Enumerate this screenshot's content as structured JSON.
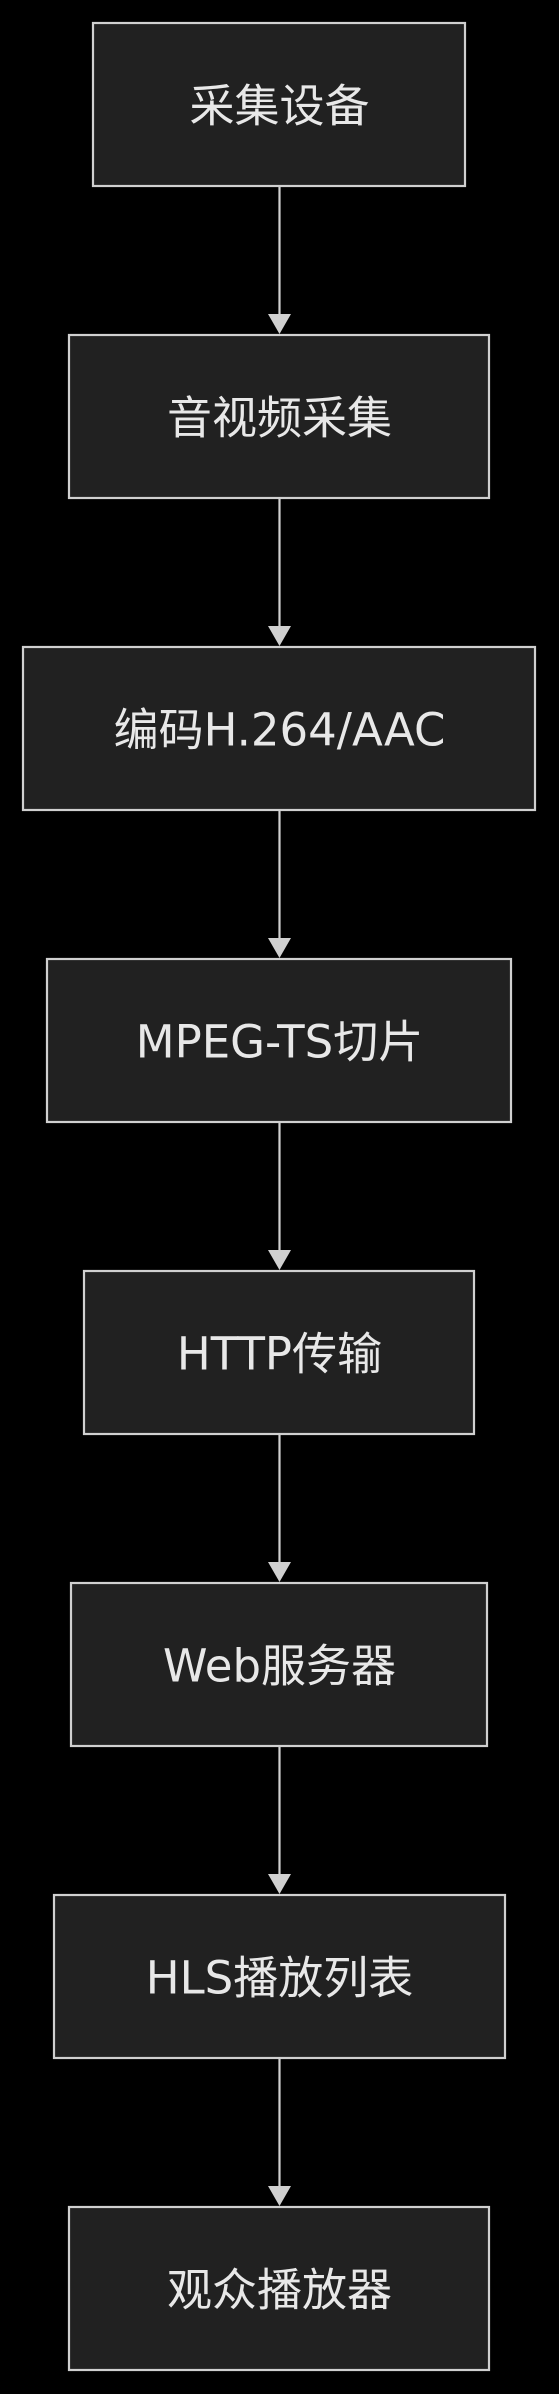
{
  "diagram": {
    "nodes": [
      {
        "id": "n1",
        "label": "采集设备"
      },
      {
        "id": "n2",
        "label": "音视频采集"
      },
      {
        "id": "n3",
        "label": "编码H.264/AAC"
      },
      {
        "id": "n4",
        "label": "MPEG-TS切片"
      },
      {
        "id": "n5",
        "label": "HTTP传输"
      },
      {
        "id": "n6",
        "label": "Web服务器"
      },
      {
        "id": "n7",
        "label": "HLS播放列表"
      },
      {
        "id": "n8",
        "label": "观众播放器"
      }
    ],
    "edges": [
      {
        "from": "n1",
        "to": "n2"
      },
      {
        "from": "n2",
        "to": "n3"
      },
      {
        "from": "n3",
        "to": "n4"
      },
      {
        "from": "n4",
        "to": "n5"
      },
      {
        "from": "n5",
        "to": "n6"
      },
      {
        "from": "n6",
        "to": "n7"
      },
      {
        "from": "n7",
        "to": "n8"
      }
    ],
    "colors": {
      "background": "#000000",
      "node_fill": "#212121",
      "node_stroke": "#d0d0d0",
      "text": "#e8e8e8",
      "edge": "#d0d0d0"
    }
  }
}
